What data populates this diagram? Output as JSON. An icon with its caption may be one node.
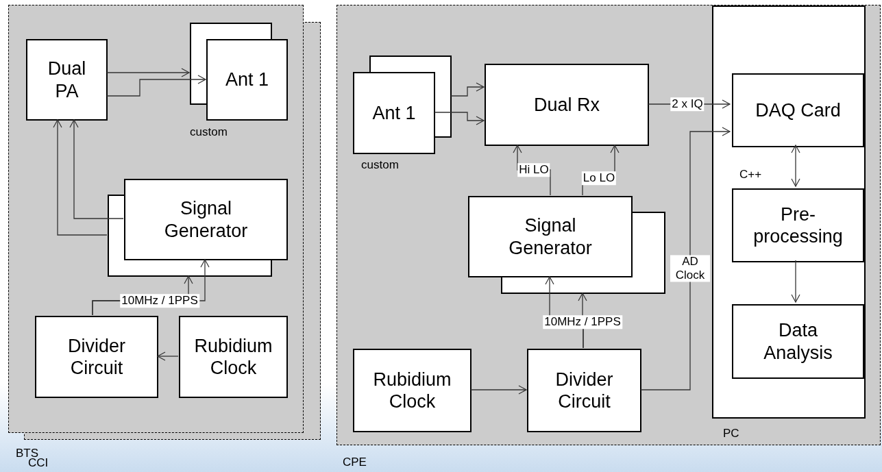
{
  "diagram": {
    "nodes": [
      {
        "text": [
          "BTS",
          "CCI"
        ]
      },
      {
        "text": [
          "Dual PA"
        ],
        "in": 0
      },
      {
        "text": [
          "Ant 1"
        ],
        "in": 0,
        "beside": [
          "custom"
        ]
      },
      {
        "text": [
          "Signal Generator"
        ],
        "in": 0
      },
      {
        "text": [
          "Divider Circuit"
        ],
        "in": 0
      },
      {
        "text": [
          "Rubidium Clock"
        ],
        "in": 0
      },
      {
        "text": [
          "CPE"
        ]
      },
      {
        "text": [
          "Ant 1"
        ],
        "in": 6,
        "beside": [
          "custom"
        ]
      },
      {
        "text": [
          "Dual Rx"
        ],
        "in": 6
      },
      {
        "text": [
          "Signal Generator"
        ],
        "in": 6
      },
      {
        "text": [
          "Rubidium Clock"
        ],
        "in": 6
      },
      {
        "text": [
          "Divider Circuit"
        ],
        "in": 6
      },
      {
        "text": [
          "PC"
        ],
        "in": 6
      },
      {
        "text": [
          "DAQ Card"
        ],
        "in": 12
      },
      {
        "text": [
          "Pre- processing"
        ],
        "in": 12
      },
      {
        "text": [
          "Data Analysis"
        ],
        "in": 12
      }
    ],
    "edges": [
      {
        "from": 1,
        "to": 2,
        "arrow": "to"
      },
      {
        "from": 1,
        "to": 2,
        "arrow": "to"
      },
      {
        "from": 3,
        "to": 1,
        "arrow": "to"
      },
      {
        "from": 3,
        "to": 1,
        "arrow": "to"
      },
      {
        "from": 4,
        "to": 3,
        "arrow": "to",
        "label": "10MHz / 1PPS"
      },
      {
        "from": 4,
        "to": 3,
        "arrow": "to"
      },
      {
        "from": 5,
        "to": 4,
        "arrow": "to"
      },
      {
        "from": 7,
        "to": 8,
        "arrow": "to"
      },
      {
        "from": 7,
        "to": 8,
        "arrow": "to"
      },
      {
        "from": 9,
        "to": 8,
        "arrow": "to",
        "label": "Hi LO"
      },
      {
        "from": 9,
        "to": 8,
        "arrow": "to",
        "label": "Lo LO"
      },
      {
        "from": 11,
        "to": 9,
        "arrow": "to",
        "label": "10MHz / 1PPS"
      },
      {
        "from": 11,
        "to": 9,
        "arrow": "to"
      },
      {
        "from": 10,
        "to": 11,
        "arrow": "to"
      },
      {
        "from": 8,
        "to": 13,
        "arrow": "to",
        "label": "2 x IQ"
      },
      {
        "from": 11,
        "to": 13,
        "arrow": "to",
        "label": "AD Clock"
      },
      {
        "from": 13,
        "to": 14,
        "arrow": "both"
      },
      {
        "from": 14,
        "to": 15,
        "arrow": "to"
      }
    ],
    "labels": [
      "C++"
    ]
  }
}
